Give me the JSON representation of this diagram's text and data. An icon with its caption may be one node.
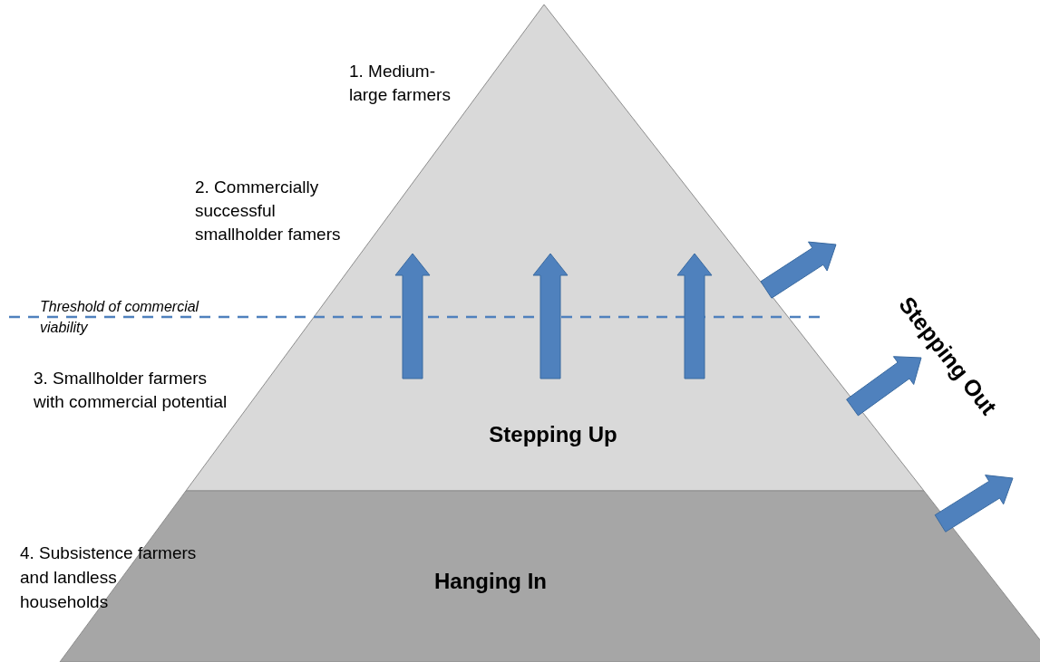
{
  "diagram": {
    "nodes": [
      {
        "text": [
          "Stepping Up"
        ]
      },
      {
        "text": [
          "Hanging In"
        ]
      }
    ],
    "labels": [
      "1. Medium- large farmers",
      "2. Commercially successful smallholder famers",
      "Threshold of commercial viability",
      "3. Smallholder farmers with commercial potential",
      "4. Subsistence farmers and landless households",
      "Stepping Out"
    ]
  }
}
